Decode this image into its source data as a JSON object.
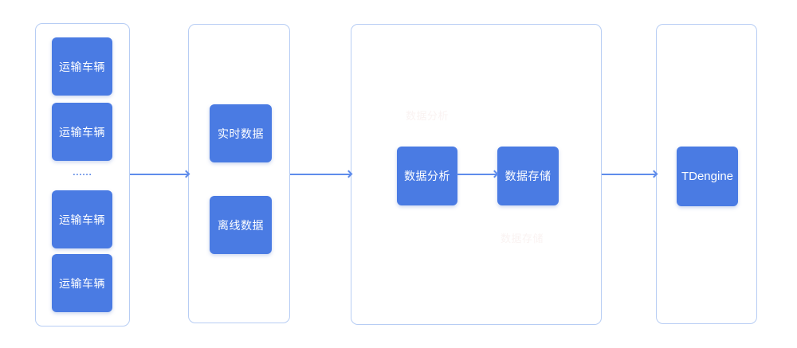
{
  "diagram": {
    "columns": {
      "vehicles": {
        "nodes": [
          "运输车辆",
          "运输车辆",
          "运输车辆",
          "运输车辆"
        ],
        "ellipsis": "......"
      },
      "data_layer": {
        "nodes": [
          "实时数据",
          "离线数据"
        ]
      },
      "processing": {
        "nodes": [
          "数据分析",
          "数据存储"
        ],
        "ghost_labels": [
          "数据分析",
          "数据存储"
        ]
      },
      "storage": {
        "nodes": [
          "TDengine"
        ]
      }
    },
    "colors": {
      "node_fill": "#4a7be3",
      "node_text": "#ffffff",
      "container_border": "#b7cdf4",
      "arrow": "#5f8ceb",
      "ghost_text": "#faf3f2"
    }
  }
}
